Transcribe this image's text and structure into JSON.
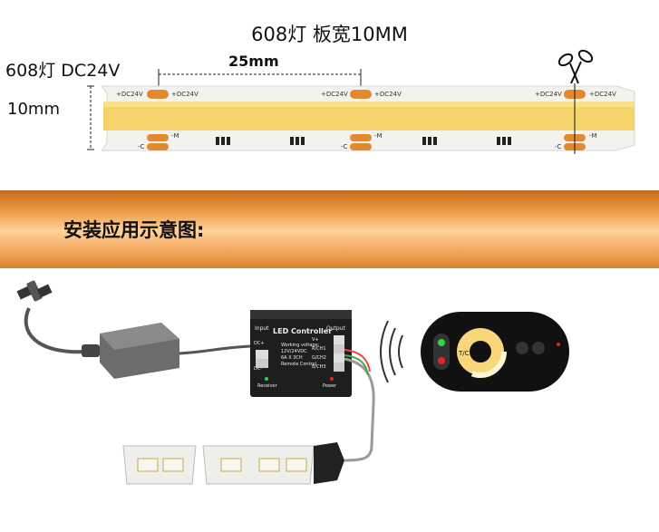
{
  "strip": {
    "title": "608灯 板宽10MM",
    "spec": "608灯 DC24V",
    "width": "10mm",
    "pitch": "25mm",
    "pads_top": "+DC24V",
    "pads_bottom_left": "-C",
    "pads_bottom_right": "-M"
  },
  "install": {
    "label": "安装应用示意图:"
  },
  "controller": {
    "brand": "Input",
    "title": "LED Controller",
    "output": "Output",
    "spec1": "Working voltage:",
    "spec2": "12V/24VDC",
    "spec3": "6A X 3CH",
    "spec4": "Remote Control",
    "in_pos": "DC+",
    "in_neg": "DC-",
    "out1": "V+",
    "out2": "R/CH1",
    "out3": "G/CH2",
    "out4": "B/CH3",
    "receiver": "Receiver",
    "power": "Power"
  },
  "remote": {
    "label": "T/C"
  },
  "colors": {
    "band": "#e8923a",
    "strip_yellow": "#f6d36a",
    "pad": "#e38a2e"
  }
}
